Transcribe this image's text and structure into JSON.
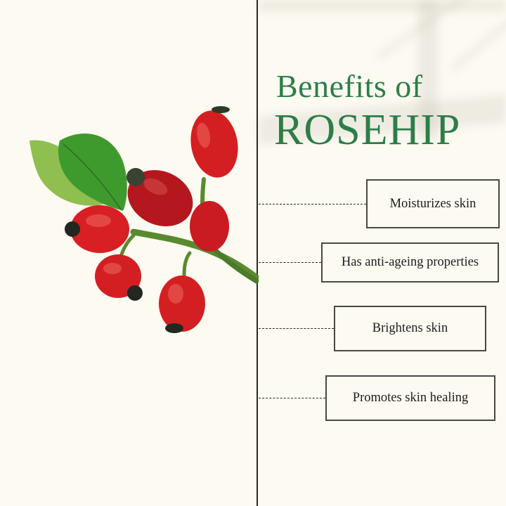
{
  "header": {
    "title_line1": "Benefits of",
    "title_line2": "ROSEHIP"
  },
  "benefits": [
    {
      "label": "Moisturizes skin"
    },
    {
      "label": "Has anti-ageing properties"
    },
    {
      "label": "Brightens skin"
    },
    {
      "label": "Promotes skin healing"
    }
  ],
  "colors": {
    "background": "#fcfaf1",
    "title_green": "#2e7d48",
    "berry_red": "#d41f22",
    "leaf_green": "#4f9a33",
    "line": "#2a2a28"
  },
  "image": {
    "subject": "rosehip-branch-with-berries-and-leaves"
  }
}
